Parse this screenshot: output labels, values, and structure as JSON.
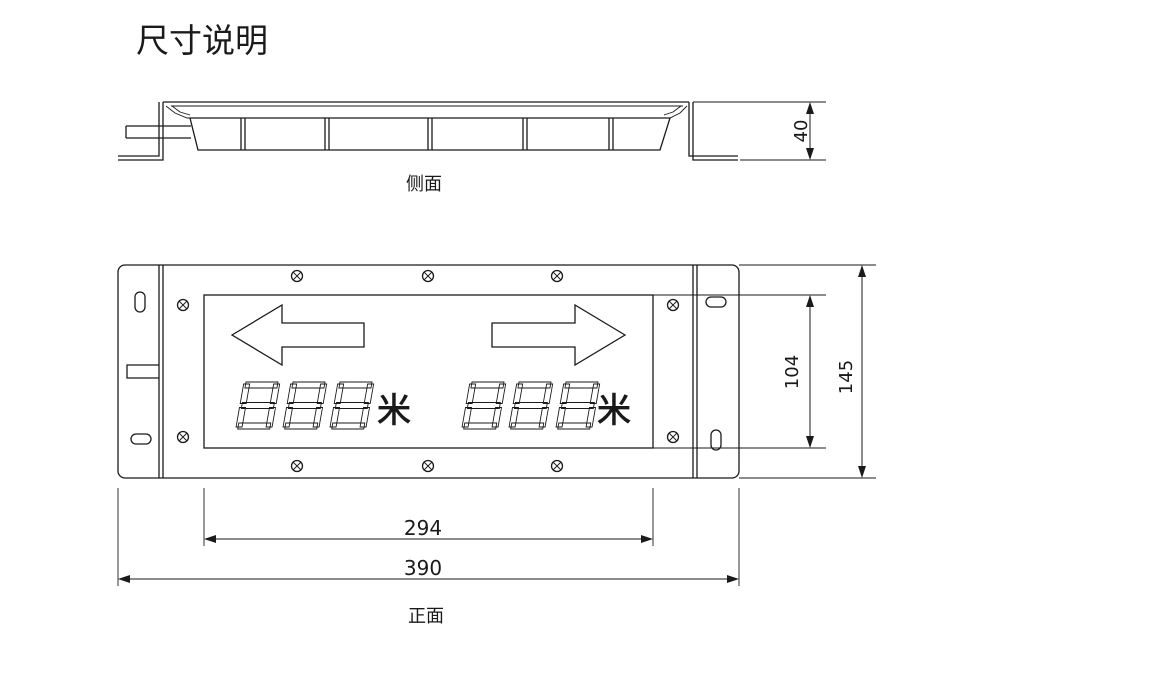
{
  "title": "尺寸说明",
  "side_view": {
    "caption": "侧面",
    "height_dim": "40"
  },
  "front_view": {
    "caption": "正面",
    "inner_width_dim": "294",
    "outer_width_dim": "390",
    "inner_height_dim": "104",
    "outer_height_dim": "145",
    "left_display": {
      "digits": "888",
      "unit": "米"
    },
    "right_display": {
      "digits": "888",
      "unit": "米"
    }
  },
  "colors": {
    "line": "#1a1a1a",
    "background": "#ffffff"
  },
  "icons": [
    "arrow-left-icon",
    "arrow-right-icon",
    "screw-icon",
    "mounting-slot-icon"
  ]
}
